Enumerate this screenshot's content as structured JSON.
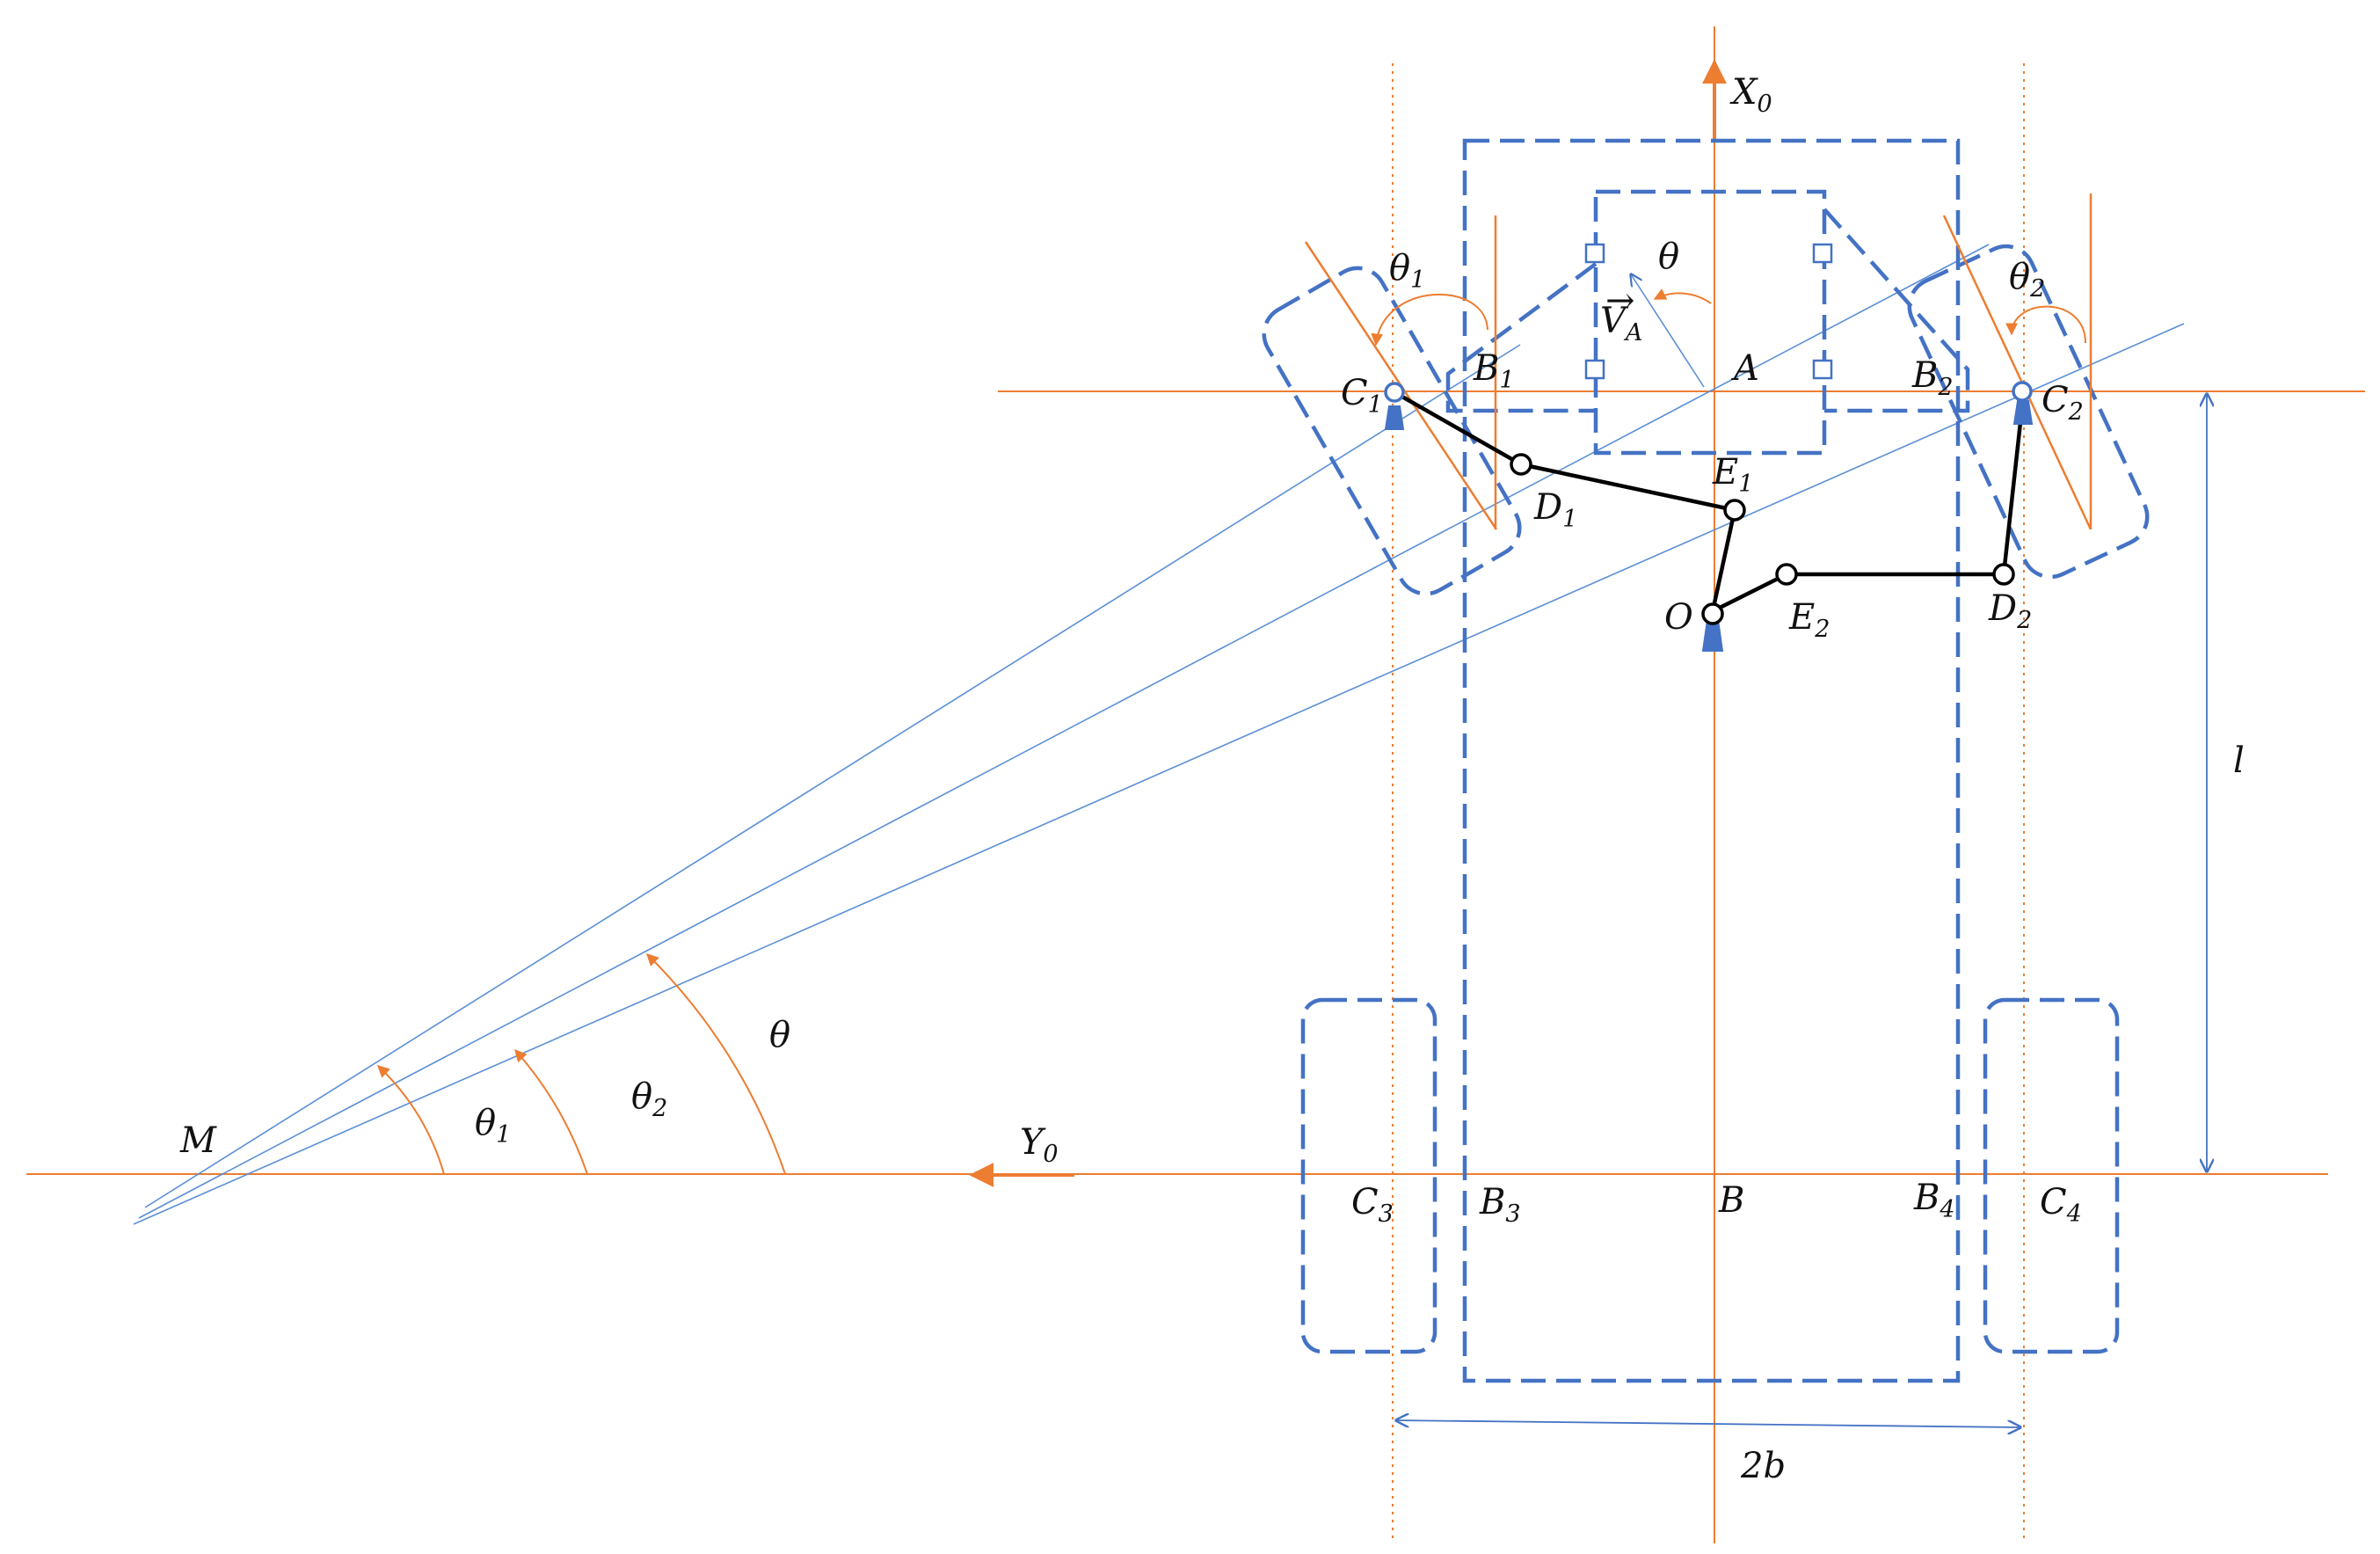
{
  "colors": {
    "frame": "#4472c4",
    "axis": "#ed7d31",
    "link": "#000000",
    "ray": "#5b8fd6",
    "label": "#111111"
  },
  "labels": {
    "X0": {
      "base": "X",
      "sub": "0"
    },
    "Y0": {
      "base": "Y",
      "sub": "0"
    },
    "M": {
      "base": "M",
      "sub": ""
    },
    "A": {
      "base": "A",
      "sub": ""
    },
    "B": {
      "base": "B",
      "sub": ""
    },
    "O": {
      "base": "O",
      "sub": ""
    },
    "VA": {
      "base": "V",
      "sub": "A",
      "arrow": "→"
    },
    "theta_top": {
      "base": "θ",
      "sub": ""
    },
    "theta1_top": {
      "base": "θ",
      "sub": "1"
    },
    "theta2_top": {
      "base": "θ",
      "sub": "2"
    },
    "theta_bottom": {
      "base": "θ",
      "sub": ""
    },
    "theta1_bottom": {
      "base": "θ",
      "sub": "1"
    },
    "theta2_bottom": {
      "base": "θ",
      "sub": "2"
    },
    "B1": {
      "base": "B",
      "sub": "1"
    },
    "B2": {
      "base": "B",
      "sub": "2"
    },
    "B3": {
      "base": "B",
      "sub": "3"
    },
    "B4": {
      "base": "B",
      "sub": "4"
    },
    "C1": {
      "base": "C",
      "sub": "1"
    },
    "C2": {
      "base": "C",
      "sub": "2"
    },
    "C3": {
      "base": "C",
      "sub": "3"
    },
    "C4": {
      "base": "C",
      "sub": "4"
    },
    "D1": {
      "base": "D",
      "sub": "1"
    },
    "D2": {
      "base": "D",
      "sub": "2"
    },
    "E1": {
      "base": "E",
      "sub": "1"
    },
    "E2": {
      "base": "E",
      "sub": "2"
    },
    "l": {
      "base": "l",
      "sub": ""
    },
    "2b": {
      "base": "2b",
      "sub": ""
    }
  }
}
